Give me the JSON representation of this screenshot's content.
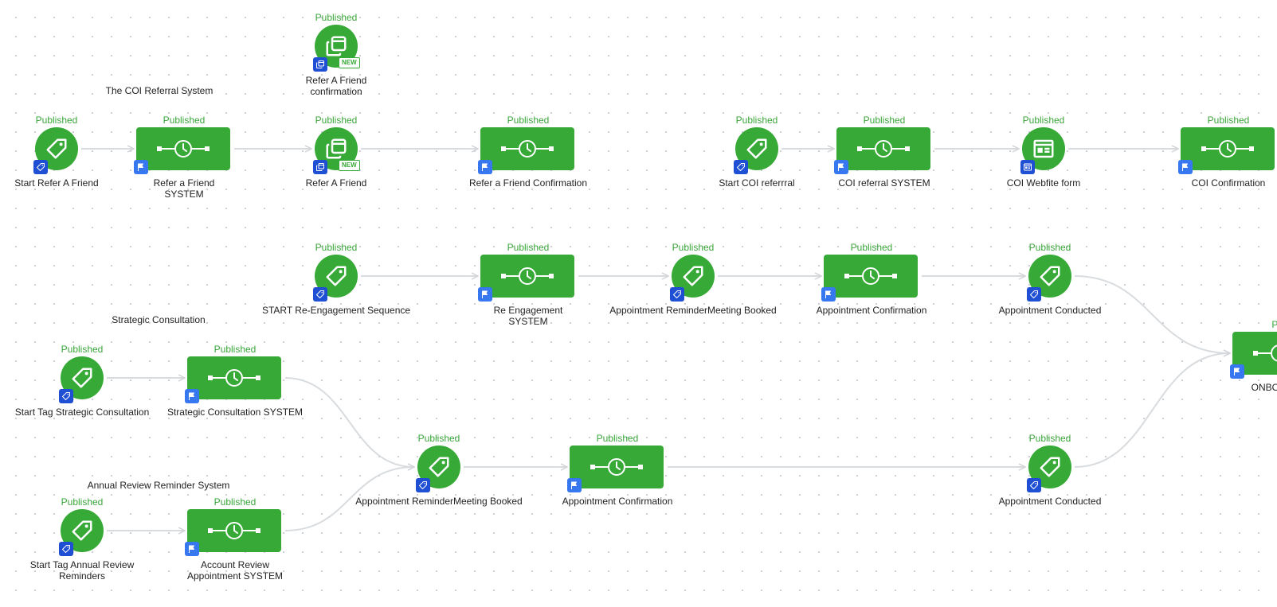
{
  "notes": [
    {
      "id": "coi-referral-system",
      "text": "The COI Referral System"
    },
    {
      "id": "strategic-consultation",
      "text": "Strategic Consultation"
    },
    {
      "id": "annual-review-reminder-system",
      "text": "Annual Review Reminder System"
    }
  ],
  "nodes": [
    {
      "id": "refer-friend-confirmation-trigger",
      "shape": "circle",
      "icon": "copy-icon",
      "badge": "copy-icon",
      "is_new": true,
      "status": "Published",
      "label": [
        "Refer A Friend",
        "confirmation"
      ]
    },
    {
      "id": "start-refer-a-friend",
      "shape": "circle",
      "icon": "tag-icon",
      "badge": "tag-icon",
      "status": "Published",
      "label": [
        "Start Refer A Friend"
      ]
    },
    {
      "id": "refer-a-friend-system",
      "shape": "rect",
      "icon": "timer-icon",
      "badge": "flag-icon",
      "status": "Published",
      "label": [
        "Refer a Friend",
        "SYSTEM"
      ]
    },
    {
      "id": "refer-a-friend",
      "shape": "circle",
      "icon": "copy-icon",
      "badge": "copy-icon",
      "is_new": true,
      "status": "Published",
      "label": [
        "Refer A Friend"
      ]
    },
    {
      "id": "refer-a-friend-confirmation",
      "shape": "rect",
      "icon": "timer-icon",
      "badge": "flag-icon",
      "status": "Published",
      "label": [
        "Refer a Friend Confirmation"
      ]
    },
    {
      "id": "start-coi-referral",
      "shape": "circle",
      "icon": "tag-icon",
      "badge": "tag-icon",
      "status": "Published",
      "label": [
        "Start COI referrral"
      ]
    },
    {
      "id": "coi-referral-system-node",
      "shape": "rect",
      "icon": "timer-icon",
      "badge": "flag-icon",
      "status": "Published",
      "label": [
        "COI referral SYSTEM"
      ]
    },
    {
      "id": "coi-webfite-form",
      "shape": "circle",
      "icon": "form-icon",
      "badge": "form-icon",
      "status": "Published",
      "label": [
        "COI Webfite form"
      ]
    },
    {
      "id": "coi-confirmation",
      "shape": "rect",
      "icon": "timer-icon",
      "badge": "flag-icon",
      "status": "Published",
      "label": [
        "COI Confirmation"
      ]
    },
    {
      "id": "start-re-engagement",
      "shape": "circle",
      "icon": "tag-icon",
      "badge": "tag-icon",
      "status": "Published",
      "label": [
        "START Re-Engagement Sequence"
      ]
    },
    {
      "id": "re-engagement-system",
      "shape": "rect",
      "icon": "timer-icon",
      "badge": "flag-icon",
      "status": "Published",
      "label": [
        "Re Engagement",
        "SYSTEM"
      ]
    },
    {
      "id": "appointment-reminder-booked-1",
      "shape": "circle",
      "icon": "tag-icon",
      "badge": "tag-icon",
      "status": "Published",
      "label": [
        "Appointment ReminderMeeting Booked"
      ]
    },
    {
      "id": "appointment-confirmation-1",
      "shape": "rect",
      "icon": "timer-icon",
      "badge": "flag-icon",
      "status": "Published",
      "label": [
        "Appointment Confirmation"
      ]
    },
    {
      "id": "appointment-conducted-1",
      "shape": "circle",
      "icon": "tag-icon",
      "badge": "tag-icon",
      "status": "Published",
      "label": [
        "Appointment Conducted"
      ]
    },
    {
      "id": "onboarding",
      "shape": "rect",
      "icon": "timer-icon",
      "badge": "flag-icon",
      "status": "Pub",
      "label": [
        "ONBOARDIN"
      ]
    },
    {
      "id": "start-tag-strategic-consultation",
      "shape": "circle",
      "icon": "tag-icon",
      "badge": "tag-icon",
      "status": "Published",
      "label": [
        "Start Tag Strategic Consultation"
      ]
    },
    {
      "id": "strategic-consultation-system",
      "shape": "rect",
      "icon": "timer-icon",
      "badge": "flag-icon",
      "status": "Published",
      "label": [
        "Strategic Consultation SYSTEM"
      ]
    },
    {
      "id": "appointment-reminder-booked-2",
      "shape": "circle",
      "icon": "tag-icon",
      "badge": "tag-icon",
      "status": "Published",
      "label": [
        "Appointment ReminderMeeting Booked"
      ]
    },
    {
      "id": "appointment-confirmation-2",
      "shape": "rect",
      "icon": "timer-icon",
      "badge": "flag-icon",
      "status": "Published",
      "label": [
        "Appointment Confirmation"
      ]
    },
    {
      "id": "appointment-conducted-2",
      "shape": "circle",
      "icon": "tag-icon",
      "badge": "tag-icon",
      "status": "Published",
      "label": [
        "Appointment Conducted"
      ]
    },
    {
      "id": "start-tag-annual-review",
      "shape": "circle",
      "icon": "tag-icon",
      "badge": "tag-icon",
      "status": "Published",
      "label": [
        "Start Tag Annual Review",
        "Reminders"
      ]
    },
    {
      "id": "account-review-appointment-system",
      "shape": "rect",
      "icon": "timer-icon",
      "badge": "flag-icon",
      "status": "Published",
      "label": [
        "Account Review",
        "Appointment SYSTEM"
      ]
    }
  ],
  "edges": [
    {
      "from": "start-refer-a-friend",
      "to": "refer-a-friend-system"
    },
    {
      "from": "refer-a-friend-system",
      "to": "refer-a-friend"
    },
    {
      "from": "refer-a-friend",
      "to": "refer-a-friend-confirmation"
    },
    {
      "from": "start-coi-referral",
      "to": "coi-referral-system-node"
    },
    {
      "from": "coi-referral-system-node",
      "to": "coi-webfite-form"
    },
    {
      "from": "coi-webfite-form",
      "to": "coi-confirmation"
    },
    {
      "from": "start-re-engagement",
      "to": "re-engagement-system"
    },
    {
      "from": "re-engagement-system",
      "to": "appointment-reminder-booked-1"
    },
    {
      "from": "appointment-reminder-booked-1",
      "to": "appointment-confirmation-1"
    },
    {
      "from": "appointment-confirmation-1",
      "to": "appointment-conducted-1"
    },
    {
      "from": "appointment-conducted-1",
      "to": "onboarding"
    },
    {
      "from": "start-tag-strategic-consultation",
      "to": "strategic-consultation-system"
    },
    {
      "from": "strategic-consultation-system",
      "to": "appointment-reminder-booked-2"
    },
    {
      "from": "appointment-reminder-booked-2",
      "to": "appointment-confirmation-2"
    },
    {
      "from": "appointment-confirmation-2",
      "to": "appointment-conducted-2"
    },
    {
      "from": "appointment-conducted-2",
      "to": "onboarding"
    },
    {
      "from": "start-tag-annual-review",
      "to": "account-review-appointment-system"
    },
    {
      "from": "account-review-appointment-system",
      "to": "appointment-reminder-booked-2"
    }
  ],
  "colors": {
    "node_fill": "#36a936",
    "status_text": "#3aa63a",
    "edge": "#d9dcdf",
    "badge_trigger": "#1f4fd2",
    "badge_action": "#3778f0"
  }
}
